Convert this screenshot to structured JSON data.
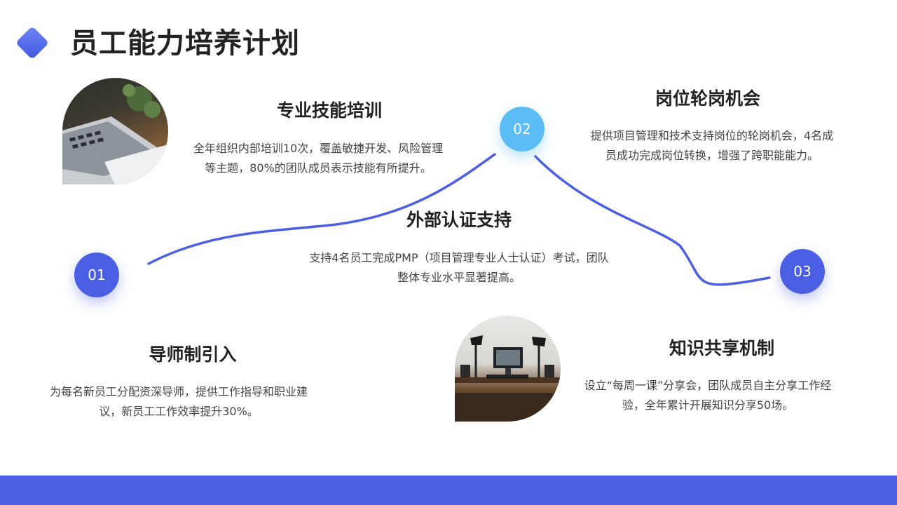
{
  "header": {
    "title": "员工能力培养计划"
  },
  "nodes": {
    "n1": "01",
    "n2": "02",
    "n3": "03"
  },
  "sections": {
    "skill": {
      "title": "专业技能培训",
      "description": "全年组织内部培训10次，覆盖敏捷开发、风险管理等主题，80%的团队成员表示技能有所提升。"
    },
    "rotation": {
      "title": "岗位轮岗机会",
      "description": "提供项目管理和技术支持岗位的轮岗机会，4名成员成功完成岗位转换，增强了跨职能能力。"
    },
    "certification": {
      "title": "外部认证支持",
      "description": "支持4名员工完成PMP（项目管理专业人士认证）考试，团队整体专业水平显著提高。"
    },
    "mentor": {
      "title": "导师制引入",
      "description": "为每名新员工分配资深导师，提供工作指导和职业建议，新员工工作效率提升30%。"
    },
    "sharing": {
      "title": "知识共享机制",
      "description": "设立“每周一课”分享会，团队成员自主分享工作经验，全年累计开展知识分享50场。"
    }
  },
  "theme": {
    "primary": "#4a5fe3",
    "secondary": "#5bbcf6"
  }
}
